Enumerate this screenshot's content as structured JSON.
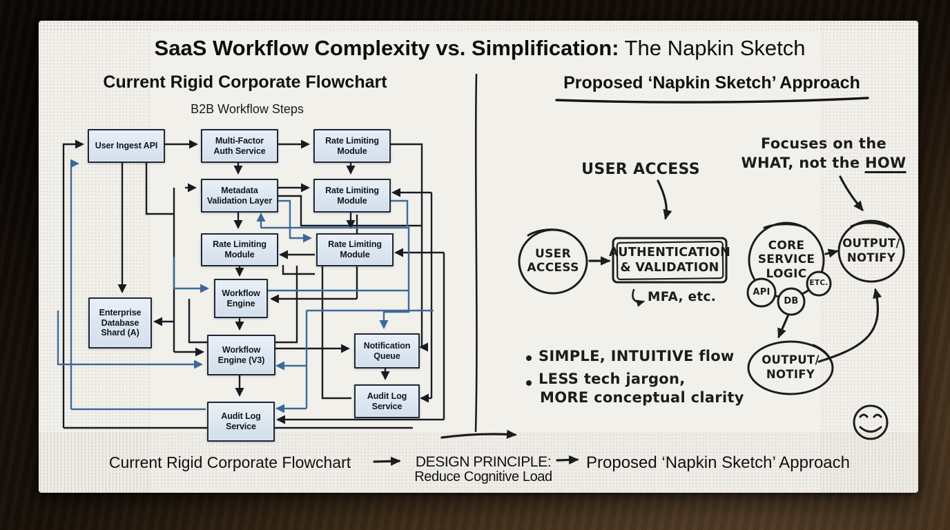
{
  "title": {
    "bold": "SaaS Workflow Complexity vs. Simplification:",
    "regular": " The Napkin Sketch"
  },
  "left_panel": {
    "heading": "Current Rigid Corporate Flowchart",
    "subheading": "B2B Workflow Steps"
  },
  "flowchart": {
    "labels": {
      "user_ingest": "User Ingest API",
      "multi_factor": "Multi-Factor\nAuth Service",
      "rate_limiting": "Rate Limiting\nModule",
      "metadata": "Metadata\nValidation Layer",
      "workflow_engine": "Workflow\nEngine",
      "enterprise_db": "Enterprise\nDatabase\nShard (A)",
      "workflow_engine_v3": "Workflow\nEngine (V3)",
      "notification_queue": "Notification\nQueue",
      "audit_log": "Audit Log\nService"
    }
  },
  "right_panel": {
    "heading": "Proposed ‘Napkin Sketch’ Approach",
    "user_access_note": "USER ACCESS",
    "user_access_circle": "USER\nACCESS",
    "auth_box": "AUTHENTICATION\n& VALIDATION",
    "mfa_note": "MFA, etc.",
    "core_circle": "CORE\nSERVICE\nLOGIC",
    "api": "API",
    "db": "DB",
    "etc": "ETC.",
    "output_top": "OUTPUT/\nNOTIFY",
    "output_bottom": "OUTPUT/\nNOTIFY",
    "focus_line1": "Focuses on the",
    "focus_line2_prefix": "WHAT, not the ",
    "focus_line2_how": "HOW",
    "bullet": "•",
    "bullets": [
      "SIMPLE, INTUITIVE flow",
      "LESS tech jargon,",
      "MORE conceptual clarity"
    ]
  },
  "footer": {
    "left_label": "Current Rigid Corporate Flowchart",
    "principle": "DESIGN PRINCIPLE:",
    "principle_sub": "Reduce Cognitive Load",
    "right_label": "Proposed ‘Napkin Sketch’ Approach"
  },
  "colors": {
    "box_fill": "#dde6f0",
    "box_border": "#1c2637",
    "arrow_black": "#161b23",
    "arrow_blue": "#3a6a9b",
    "ink": "#1b1b1b",
    "napkin": "#f2f0ea"
  }
}
